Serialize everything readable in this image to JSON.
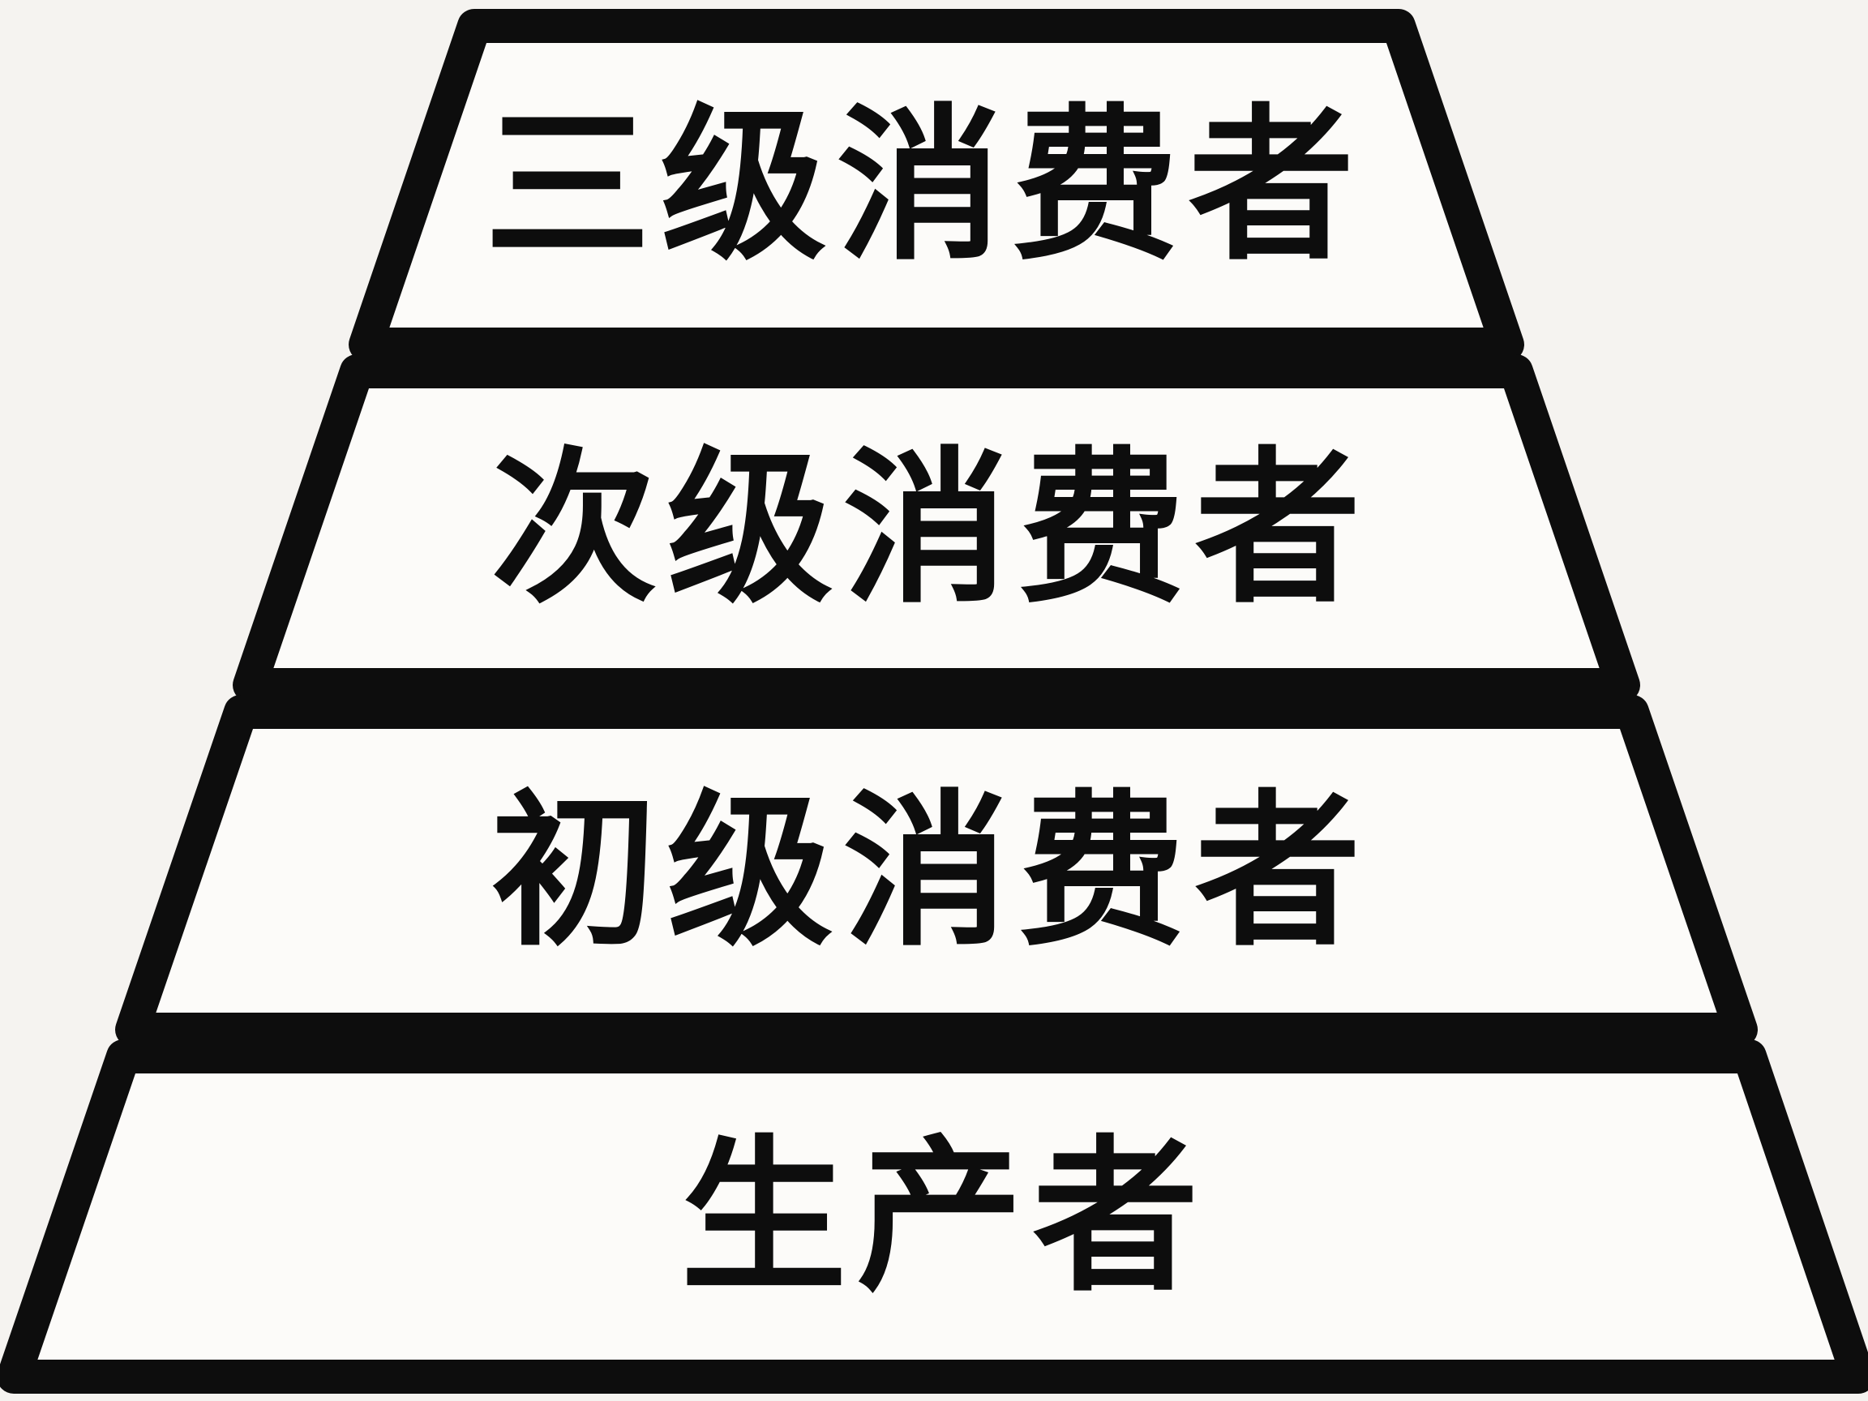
{
  "pyramid": {
    "type": "trophic-pyramid",
    "levels": [
      {
        "label": "三级消费者"
      },
      {
        "label": "次级消费者"
      },
      {
        "label": "初级消费者"
      },
      {
        "label": "生产者"
      }
    ],
    "colors": {
      "border": "#0d0d0d",
      "fill": "#fcfbf9",
      "background": "#f5f3f0"
    }
  }
}
